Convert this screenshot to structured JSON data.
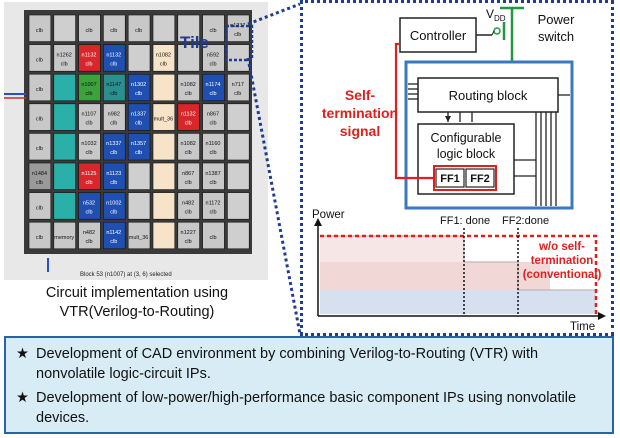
{
  "vtr": {
    "tile_label": "Tile",
    "block_status": "Block 53 (n1007) at (3, 6) selected",
    "cells": [
      [
        "clb",
        "",
        "clb",
        "clb",
        "clb",
        "",
        "",
        "clb",
        "n1237 clb"
      ],
      [
        "clb",
        "n1262 clb",
        "n1132 clb",
        "n1132 clb",
        "",
        "n1082 clb",
        "",
        "n592 clb",
        ""
      ],
      [
        "clb",
        "",
        "n1007 clb",
        "n1147 clb",
        "n1302 clb",
        "",
        "n1082 clb",
        "n1174 clb",
        "n717 clb"
      ],
      [
        "clb",
        "",
        "n1107 clb",
        "n982 clb",
        "n1337 clb",
        "mult_36",
        "n1132 clb",
        "n867 clb",
        ""
      ],
      [
        "clb",
        "",
        "n1032 clb",
        "n1337 clb",
        "n1357 clb",
        "",
        "n1082 clb",
        "n1160 clb",
        ""
      ],
      [
        "n1484 clb",
        "",
        "n1125 clb",
        "n1123 clb",
        "",
        "",
        "n867 clb",
        "n1387 clb",
        ""
      ],
      [
        "clb",
        "",
        "n532 clb",
        "n1002 clb",
        "",
        "",
        "n482 clb",
        "n1172 clb",
        ""
      ],
      [
        "clb",
        "memory",
        "n482 clb",
        "n1142 clb",
        "mult_36",
        "",
        "n1227 clb",
        "clb",
        ""
      ]
    ]
  },
  "caption": {
    "line1": "Circuit implementation using",
    "line2": "VTR(Verilog-to-Routing)"
  },
  "diagram": {
    "controller_label": "Controller",
    "vdd_label": "V",
    "vdd_subscript": "DD",
    "power_switch_line1": "Power",
    "power_switch_line2": "switch",
    "self_term_line1": "Self-",
    "self_term_line2": "termination",
    "self_term_line3": "signal",
    "routing_block_label": "Routing block",
    "clb_line1": "Configurable",
    "clb_line2": "logic block",
    "ff1_label": "FF1",
    "ff2_label": "FF2",
    "colors": {
      "red": "#e0201e",
      "blue": "#3b78c2",
      "green": "#1e9a3c",
      "navy": "#1f3c8f"
    }
  },
  "power_chart": {
    "ylabel": "Power",
    "xlabel": "Time",
    "ff1_marker": "FF1: done",
    "ff2_marker": "FF2:done",
    "conventional_line1": "w/o self-",
    "conventional_line2": "termination",
    "conventional_line3": "(conventional)"
  },
  "bullets": [
    {
      "star": "★",
      "text": "Development of CAD environment by combining Verilog-to-Routing (VTR) with nonvolatile logic-circuit IPs."
    },
    {
      "star": "★",
      "text": "Development of low-power/high-performance basic component IPs using nonvolatile devices."
    }
  ]
}
